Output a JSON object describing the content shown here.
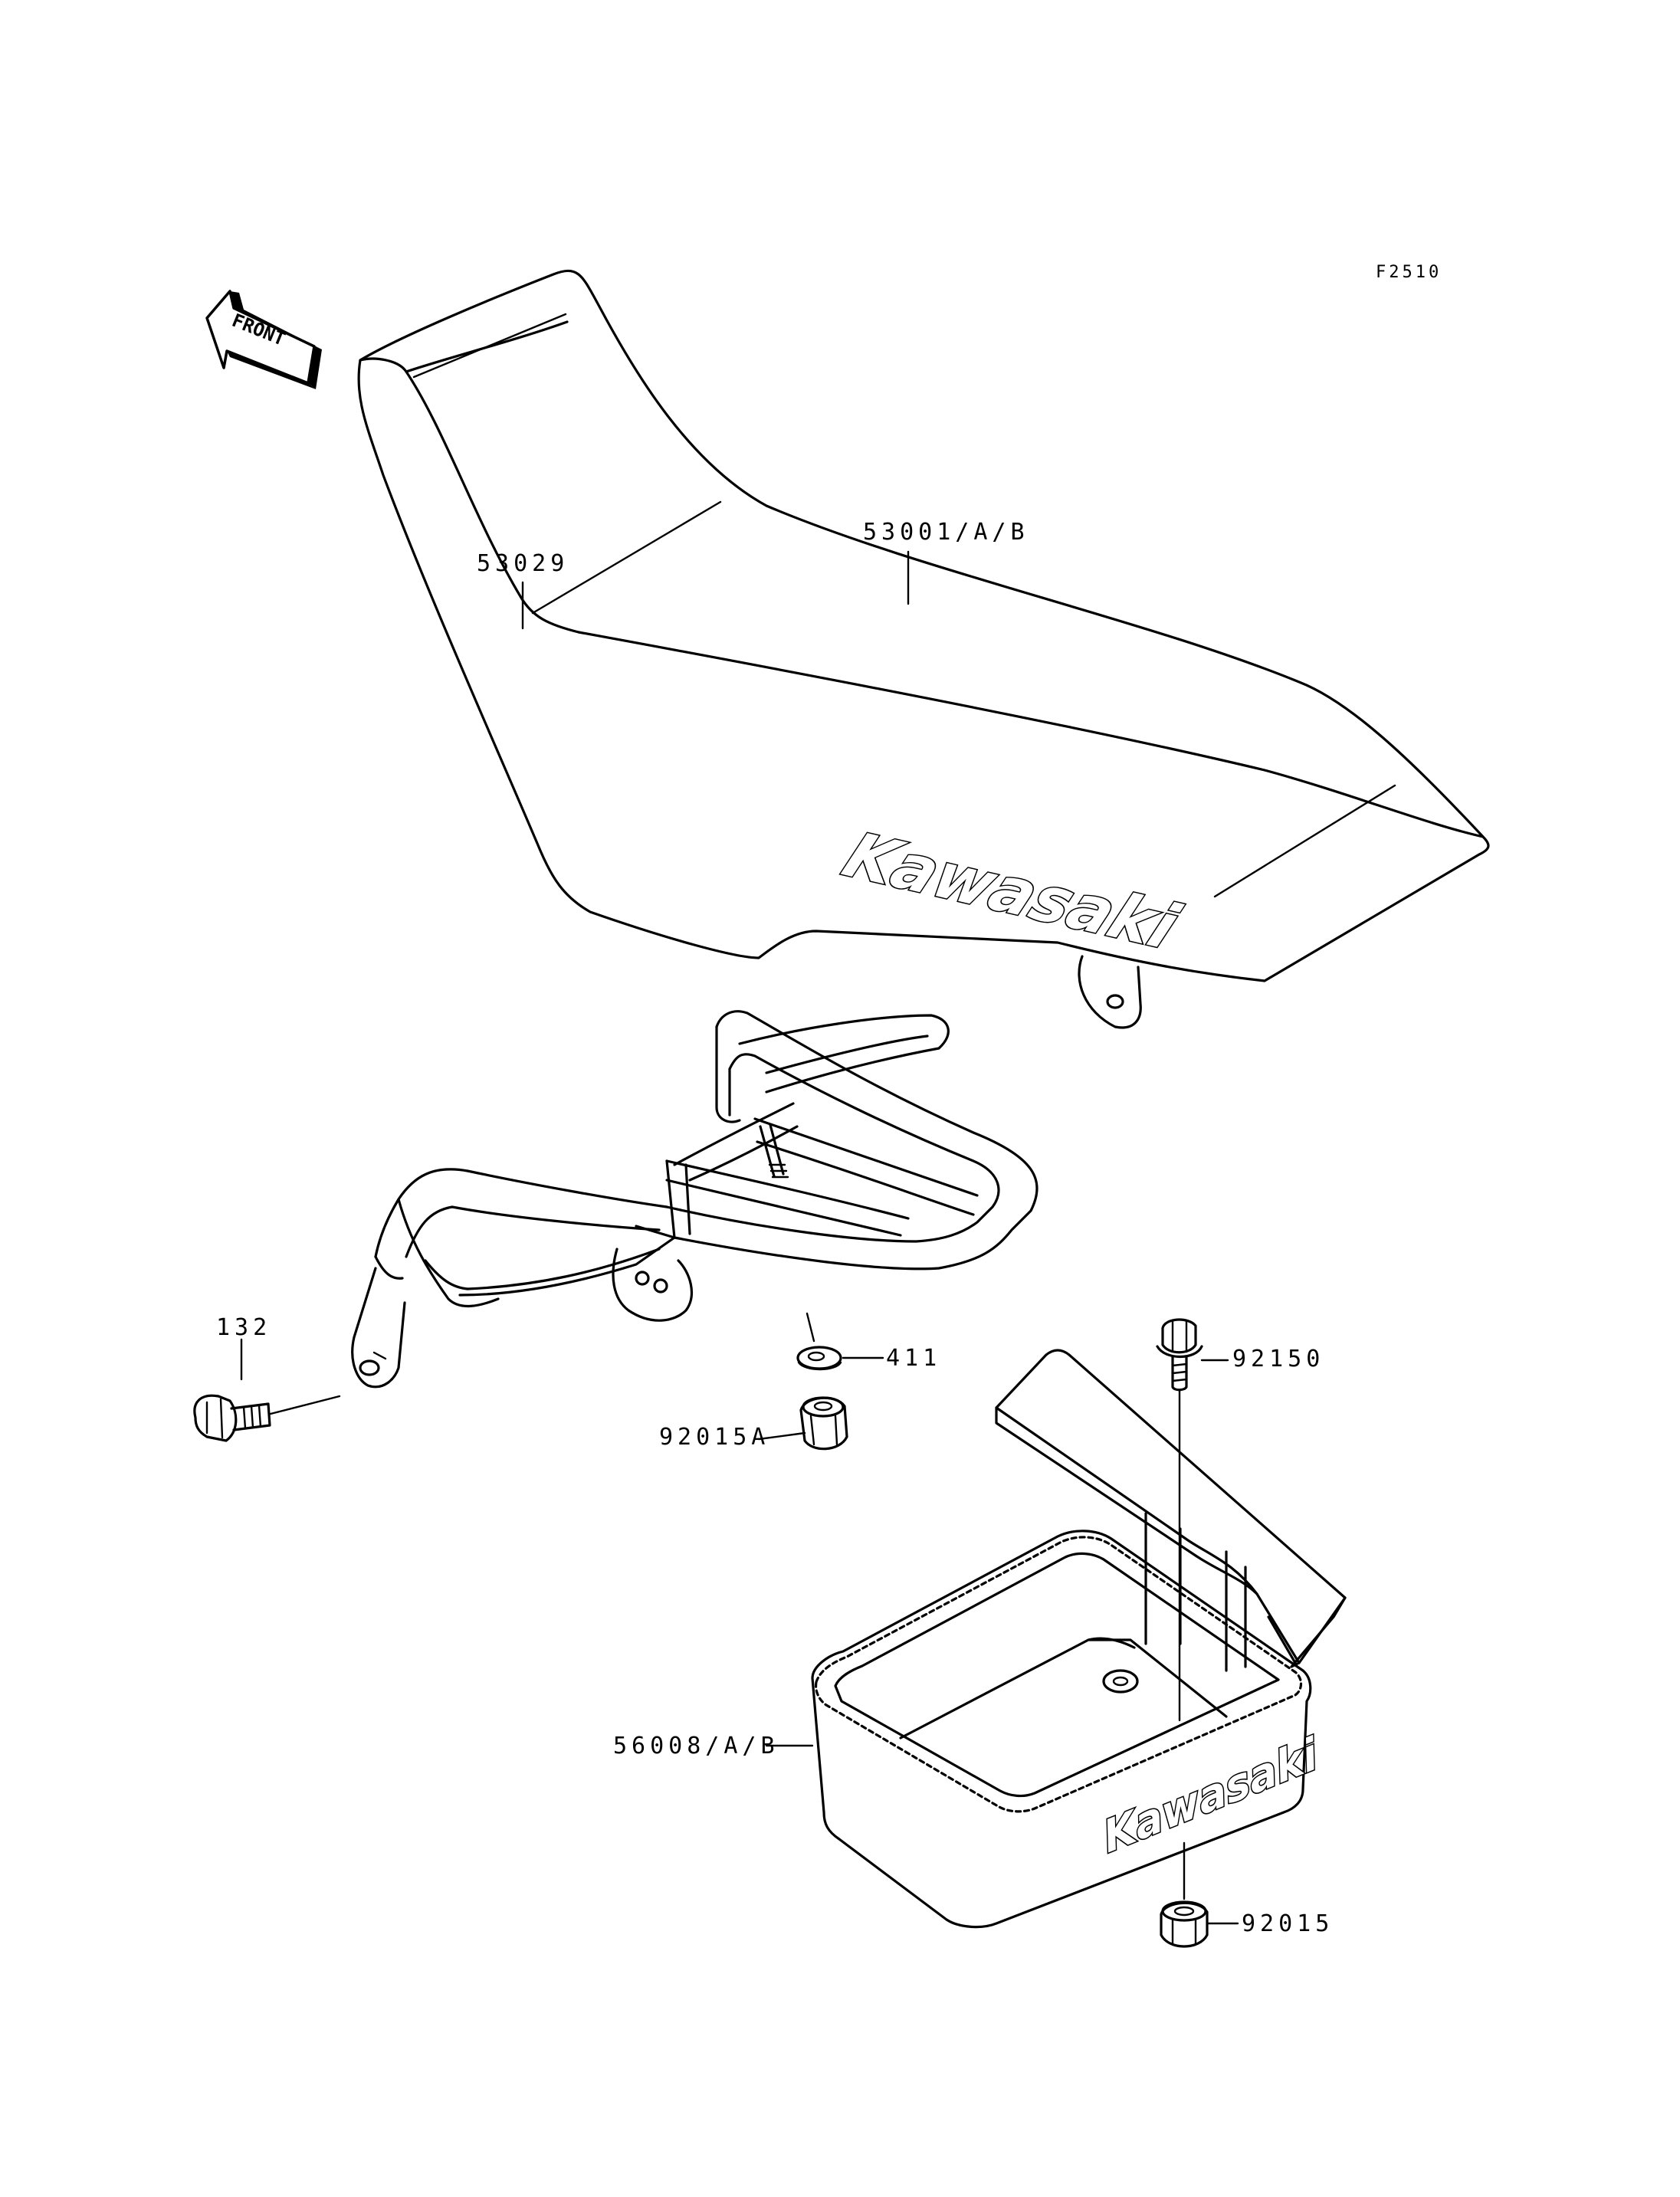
{
  "figure_code": "F2510",
  "front_label": "FRONT",
  "brand_text": "Kawasaki",
  "callouts": {
    "seat": "53001/A/B",
    "carrier": "53029",
    "bolt": "132",
    "washer": "411",
    "nut_a": "92015A",
    "bolt_flanged": "92150",
    "box": "56008/A/B",
    "nut": "92015"
  }
}
